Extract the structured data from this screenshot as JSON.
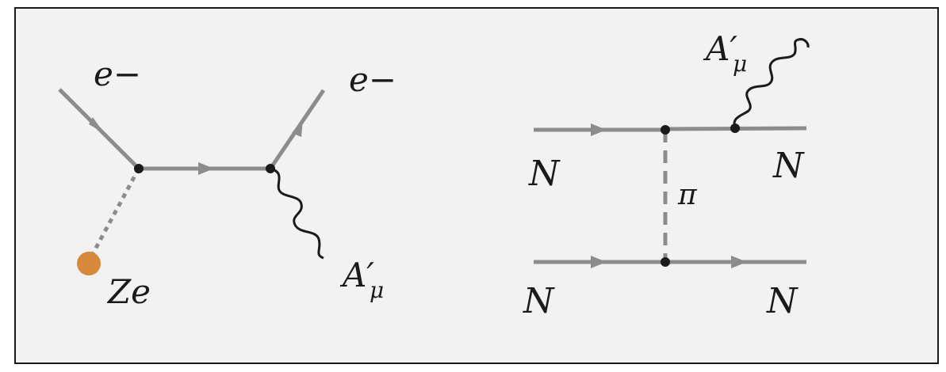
{
  "diagrams": [
    {
      "labels": {
        "electron_in": "e−",
        "electron_out": "e−",
        "nucleus": "Ze",
        "dark_photon": "A′",
        "dark_photon_subscript": "μ"
      }
    },
    {
      "labels": {
        "nucleon_in_top": "N",
        "nucleon_out_top": "N",
        "nucleon_in_bottom": "N",
        "nucleon_out_bottom": "N",
        "pion": "π",
        "dark_photon": "A′",
        "dark_photon_subscript": "μ"
      }
    }
  ],
  "colors": {
    "background": "#f2f2f2",
    "border": "#1a1a1a",
    "fermion_line": "#8c8c8c",
    "vertex": "#1a1a1a",
    "photon_line": "#1a1a1a",
    "nucleus": "#d6893a"
  }
}
